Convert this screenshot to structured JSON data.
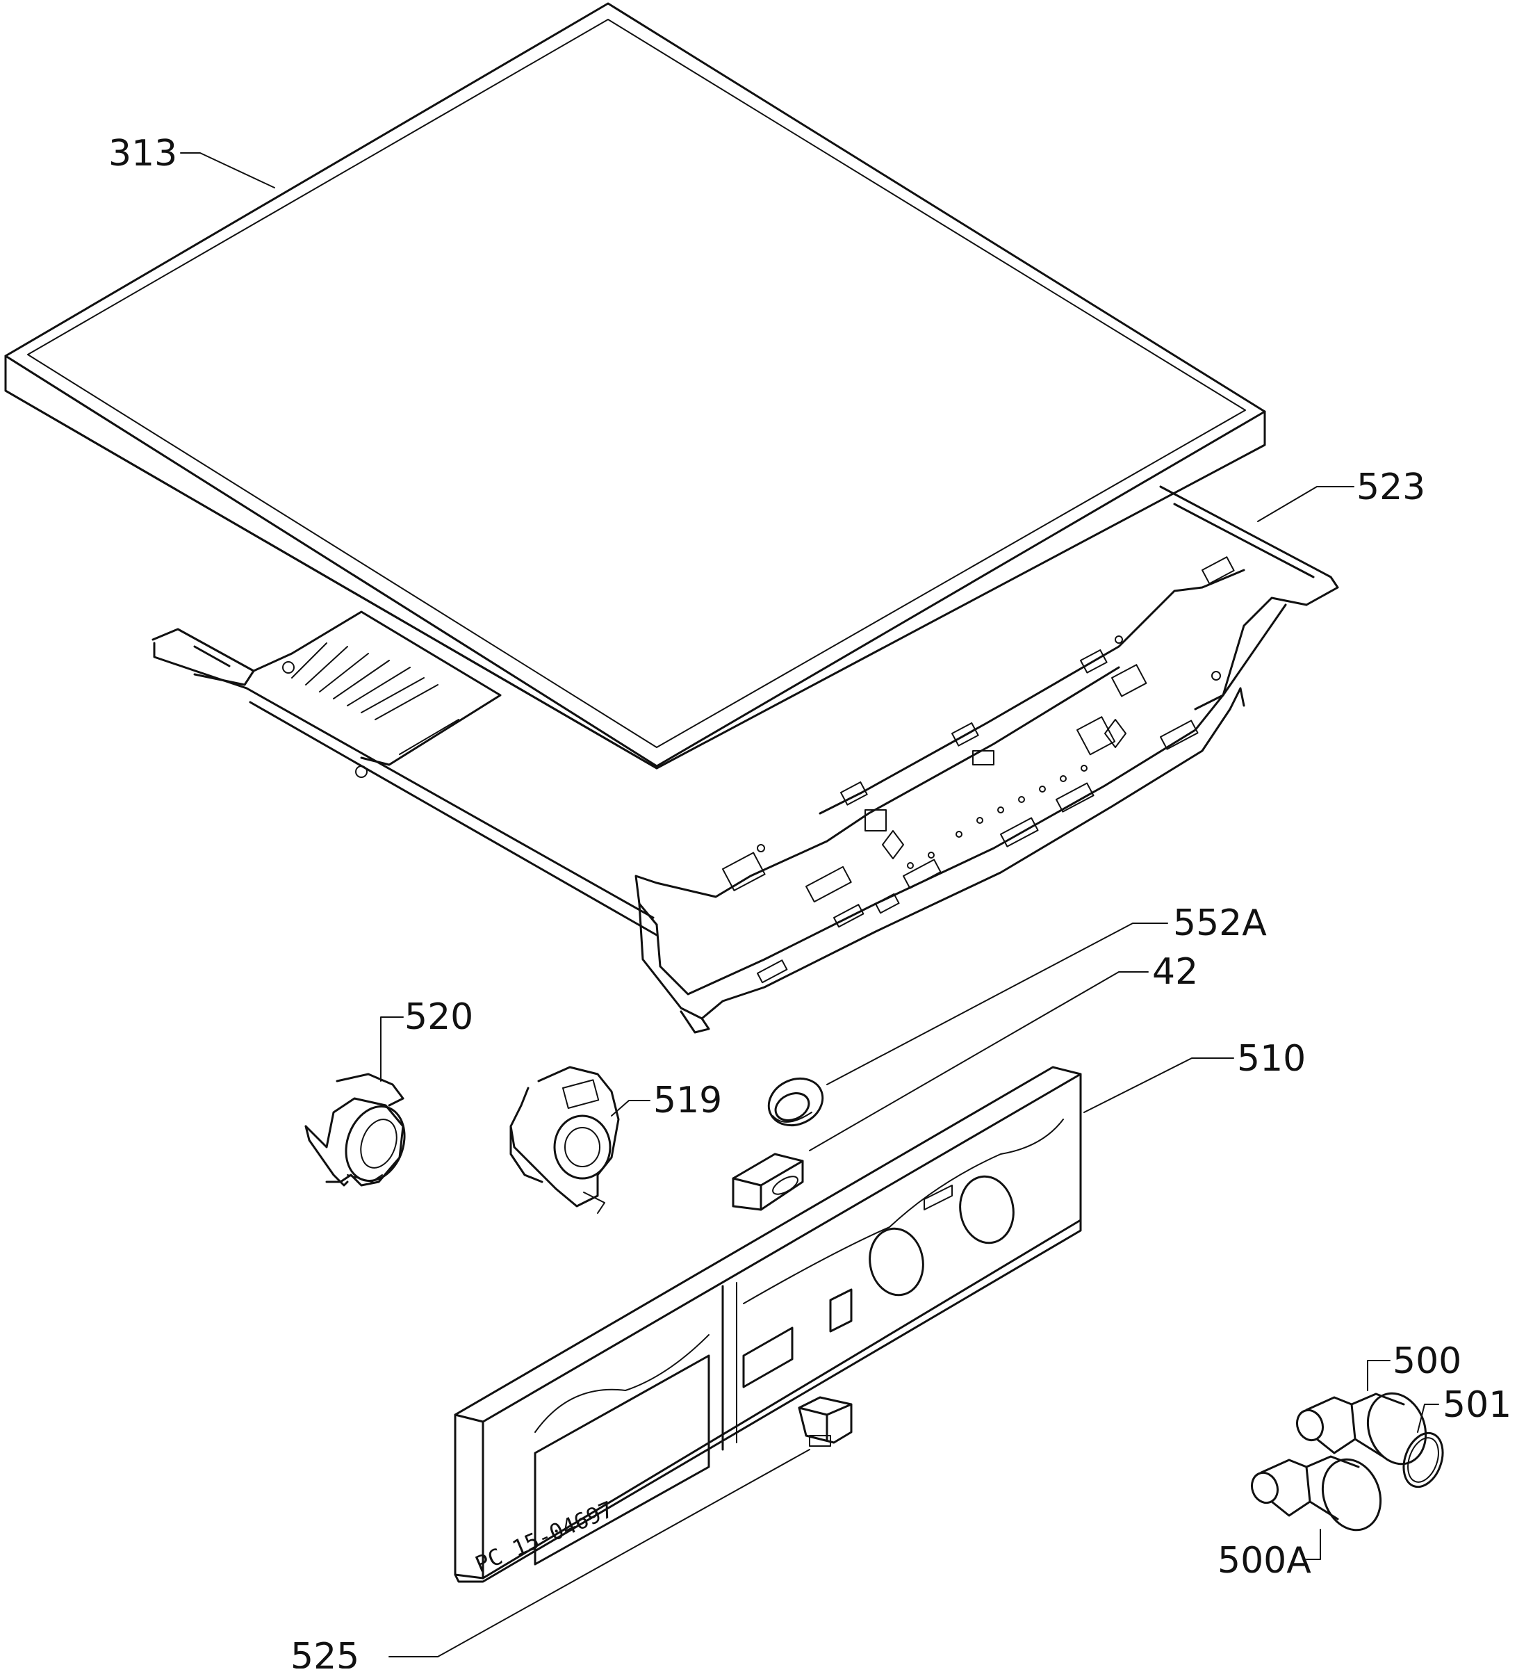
{
  "colors": {
    "ink": "#111111",
    "paper": "#ffffff"
  },
  "labels": {
    "p313": "313",
    "p523": "523",
    "p552A": "552A",
    "p42": "42",
    "p520": "520",
    "p519": "519",
    "p510": "510",
    "p500": "500",
    "p501": "501",
    "p500A": "500A",
    "p525": "525"
  },
  "drawing_code": "PC 15-04697"
}
